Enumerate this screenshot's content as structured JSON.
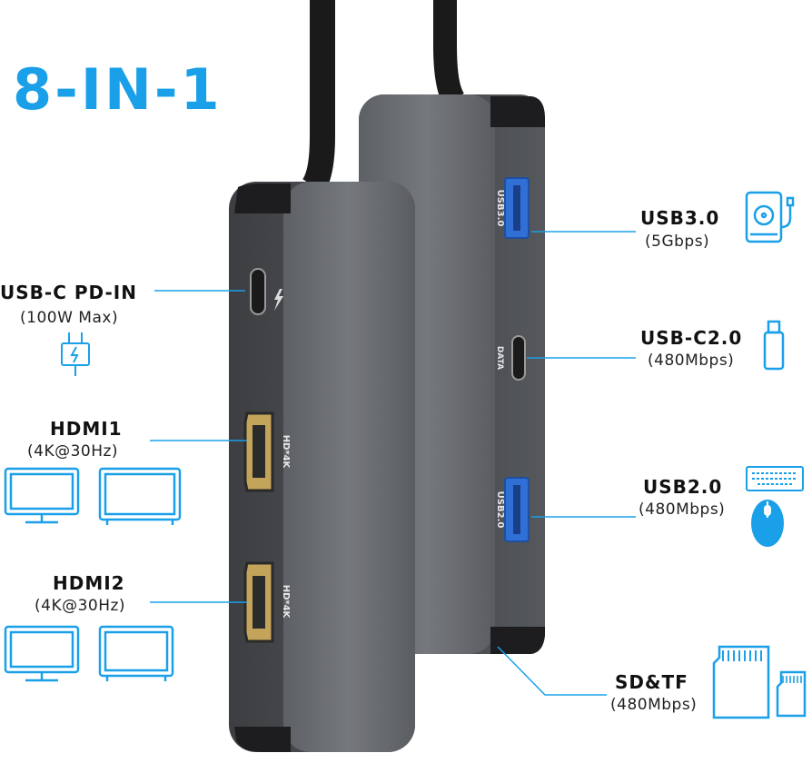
{
  "headline": "8-IN-1",
  "ports": {
    "usbc_pd": {
      "name": "USB-C PD-IN",
      "spec": "(100W Max)"
    },
    "hdmi1": {
      "name": "HDMI1",
      "spec": "(4K@30Hz)"
    },
    "hdmi2": {
      "name": "HDMI2",
      "spec": "(4K@30Hz)"
    },
    "usb30": {
      "name": "USB3.0",
      "spec": "(5Gbps)"
    },
    "usbc20": {
      "name": "USB-C2.0",
      "spec": "(480Mbps)"
    },
    "usb20": {
      "name": "USB2.0",
      "spec": "(480Mbps)"
    },
    "sdtf": {
      "name": "SD&TF",
      "spec": "(480Mbps)"
    }
  },
  "device_markings": {
    "hdmi_a": "HD*4K",
    "hdmi_b": "HD*4K",
    "usb3": "USB3.0",
    "data": "DATA",
    "usb2": "USB2.0"
  },
  "colors": {
    "accent": "#1aa0e8",
    "body": "#6b6e72",
    "port_blue": "#2f6fd6"
  },
  "icons": [
    "charger-icon",
    "monitor-icon",
    "hard-drive-icon",
    "usb-stick-icon",
    "keyboard-icon",
    "mouse-icon",
    "sd-card-icon",
    "tf-card-icon"
  ]
}
